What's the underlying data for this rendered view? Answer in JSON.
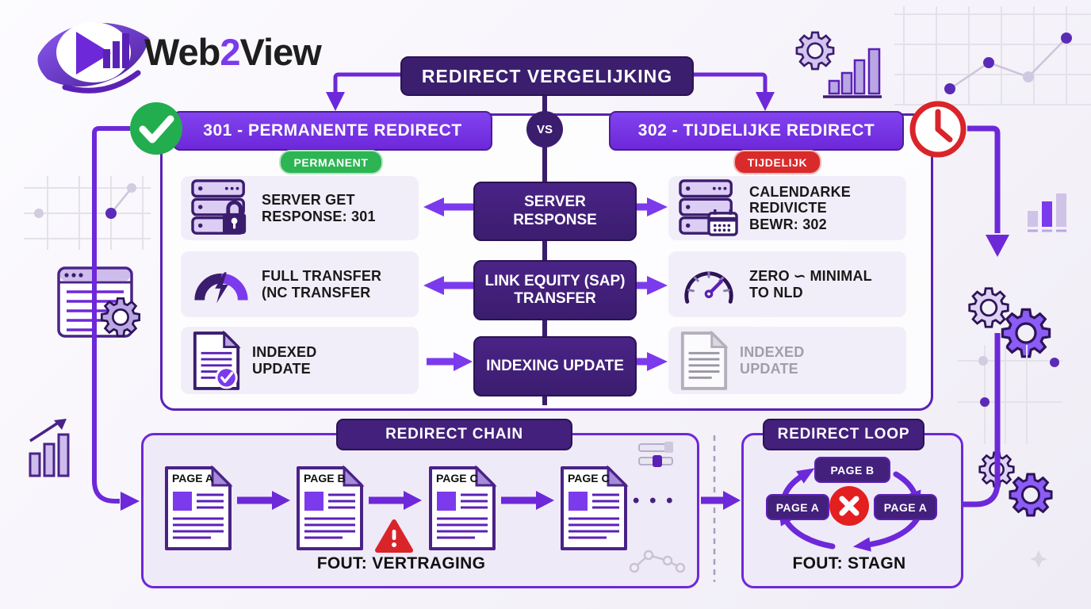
{
  "logo": {
    "part1": "Web",
    "part2": "2",
    "part3": "View"
  },
  "header": {
    "title": "REDIRECT VERGELIJKING",
    "vs": "VS"
  },
  "left": {
    "title": "301 - PERMANENTE REDIRECT",
    "badge": "PERMANENT",
    "items": [
      {
        "label": "SERVER GET RESPONSE: 301",
        "icon": "server-lock-icon"
      },
      {
        "label": "FULL TRANSFER (NC TRANSFER",
        "icon": "gauge-bolt-icon"
      },
      {
        "label": "INDEXED UPDATE",
        "icon": "document-check-icon"
      }
    ]
  },
  "center": {
    "items": [
      "SERVER RESPONSE",
      "LINK EQUITY (SAP) TRANSFER",
      "INDEXING UPDATE"
    ]
  },
  "right": {
    "title": "302 - TIJDELIJKE REDIRECT",
    "badge": "TIJDELIJK",
    "items": [
      {
        "label": "CALENDARKE REDIVICTE BEWR: 302",
        "icon": "server-calendar-icon"
      },
      {
        "label": "ZERO ∽ MINIMAL TO NLD",
        "icon": "speedometer-icon"
      },
      {
        "label": "INDEXED UPDATE",
        "icon": "document-gray-icon"
      }
    ]
  },
  "chain": {
    "title": "REDIRECT CHAIN",
    "pages": [
      "PAGE A",
      "PAGE B",
      "PAGE C",
      "PAGE C"
    ],
    "ellipsis": "• • •",
    "error": "FOUT: VERTRAGING"
  },
  "loop": {
    "title": "REDIRECT LOOP",
    "nodes": {
      "top": "PAGE B",
      "left": "PAGE A",
      "right": "PAGE A"
    },
    "error": "FOUT: STAGN"
  },
  "colors": {
    "brand_purple": "#6d28d9",
    "dark_purple": "#3b1d6e",
    "light_purple": "#b9a7e3",
    "success_green": "#22ad4e",
    "error_red": "#d9252a",
    "card_bg": "#f2eef9",
    "panel_bg": "#efeaf7"
  }
}
